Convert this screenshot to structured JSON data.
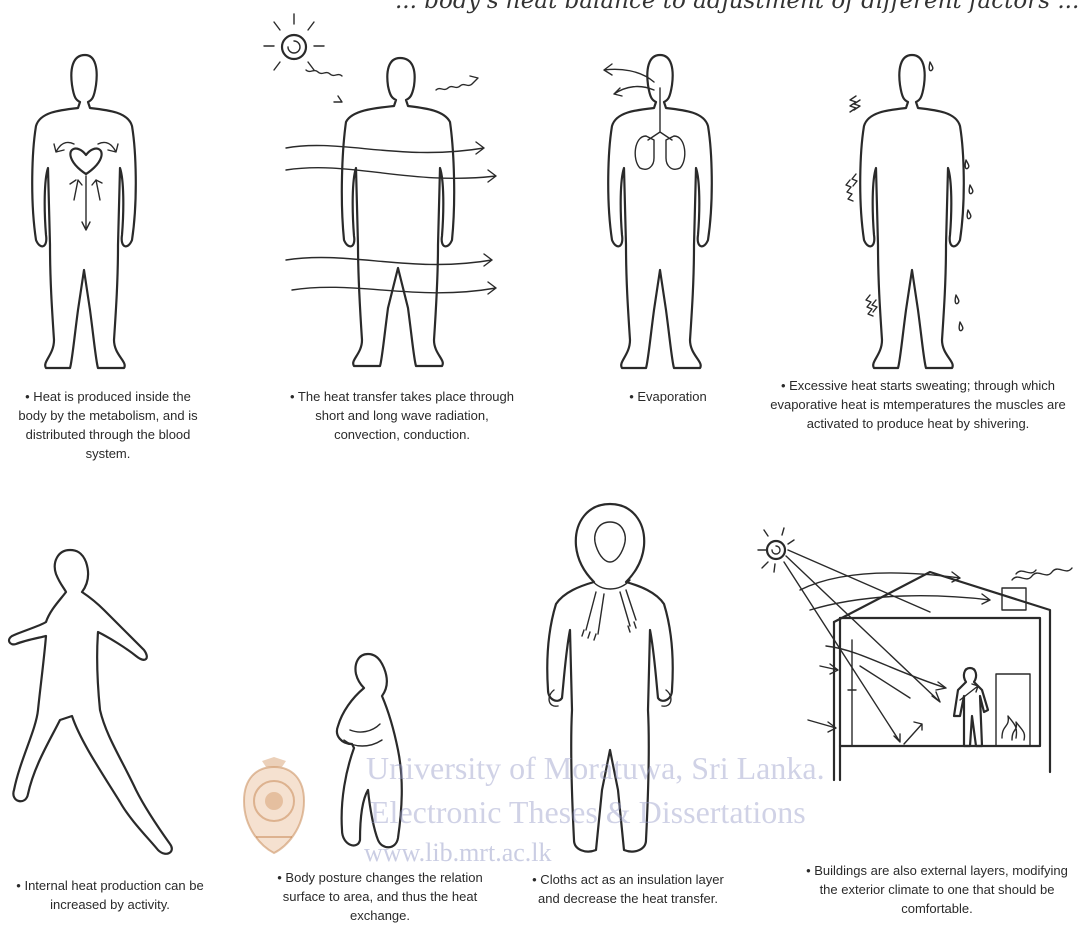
{
  "header_note": "... body's heat balance to adjustment of different factors ...",
  "captions": [
    "• Heat is produced inside the body by the metabolism, and is distributed through the blood system.",
    "• The heat transfer takes place through short and long wave radiation, convection, conduction.",
    "• Evaporation",
    "• Excessive heat starts sweating; through which evaporative heat is mtemperatures the muscles are activated to produce heat by shivering.",
    "• Internal heat production can be increased by activity.",
    "• Body posture changes the relation surface to area, and thus the heat exchange.",
    "• Cloths act as an insulation layer and decrease the heat transfer.",
    "• Buildings are also external layers, modifying the exterior climate to one that should be comfortable."
  ],
  "watermark": {
    "line1": "University of Moratuwa, Sri Lanka.",
    "line2": "Electronic Theses & Dissertations",
    "line3": "www.lib.mrt.ac.lk"
  },
  "icons": [
    "sun-icon",
    "heart-icon",
    "lungs-icon",
    "house-icon",
    "fire-icon",
    "university-seal-icon"
  ]
}
